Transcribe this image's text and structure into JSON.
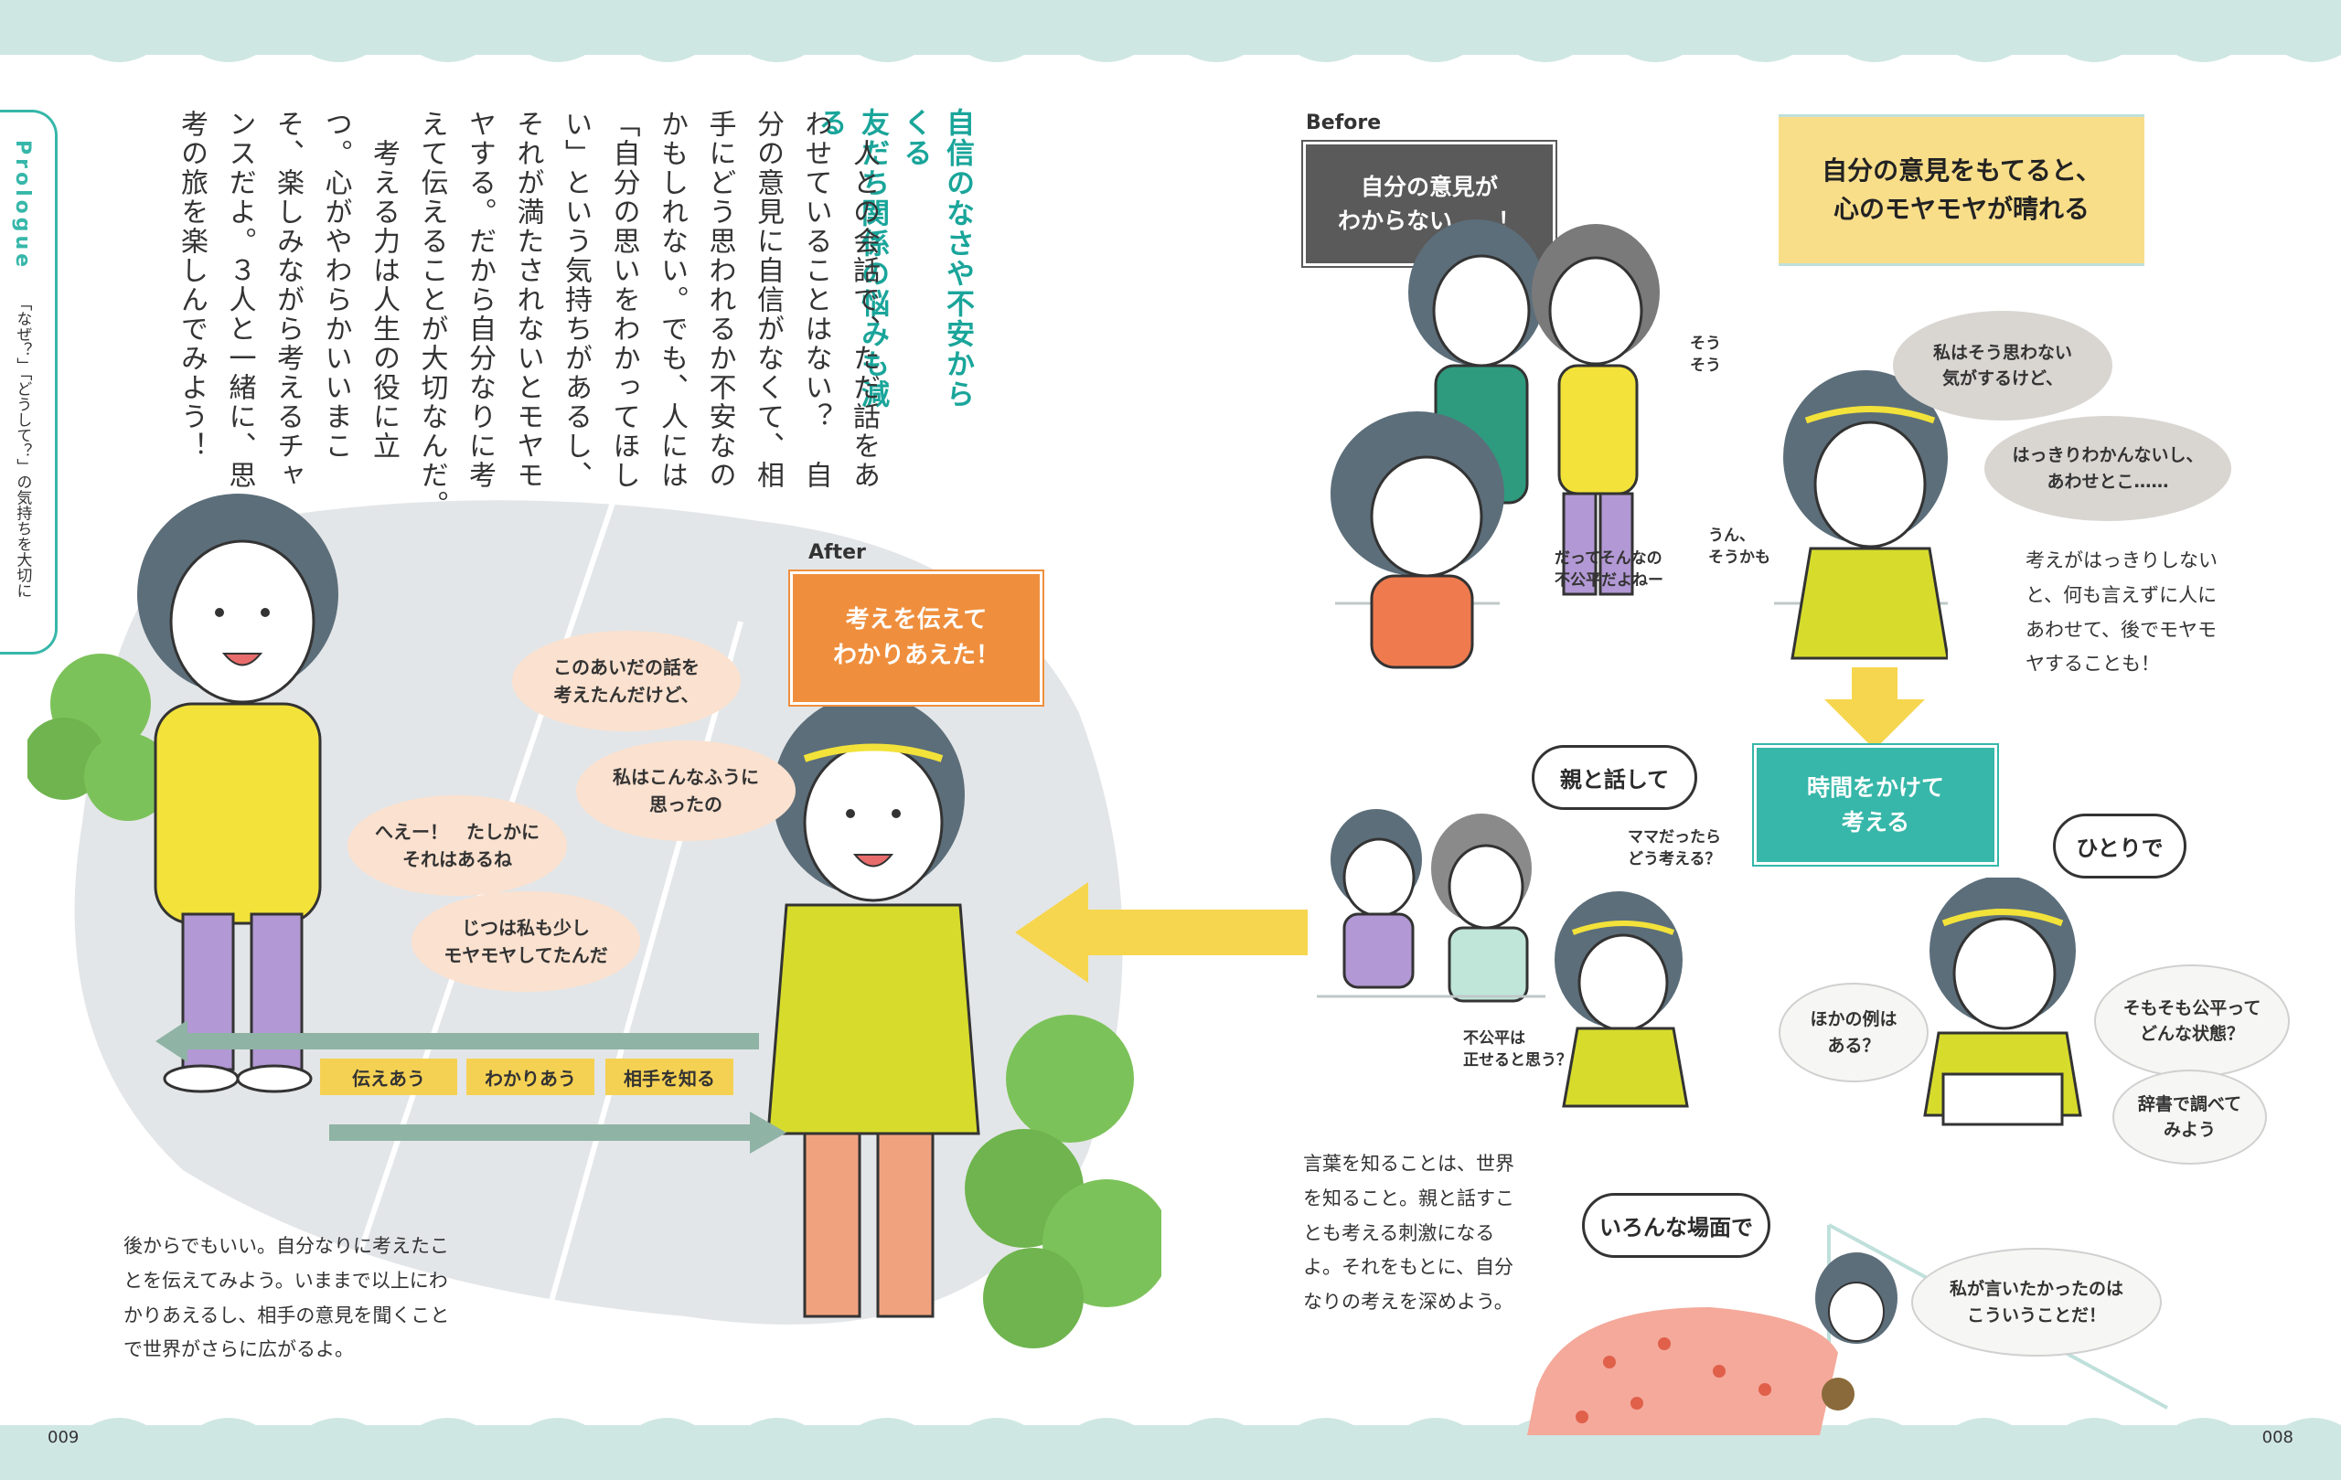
{
  "page_numbers": {
    "left": "009",
    "right": "008"
  },
  "sidebar": {
    "english": "Prologue",
    "japanese": "「なぜ？」「どうして？」の気持ちを大切に"
  },
  "heading": {
    "line1": "自信のなさや不安からくる",
    "line2": "友だち関係の悩みも減る"
  },
  "body_columns": [
    "　人との会話で、ただ話をあ",
    "わせていることはない？　自",
    "分の意見に自信がなくて、相",
    "手にどう思われるか不安なの",
    "かもしれない。でも、人には",
    "「自分の思いをわかってほし",
    "い」という気持ちがあるし、",
    "それが満たされないとモヤモ",
    "ヤする。だから自分なりに考",
    "えて伝えることが大切なんだ。",
    "　考える力は人生の役に立",
    "つ。心がやわらかいいまこ",
    "そ、楽しみながら考えるチャ",
    "ンスだよ。３人と一緒に、思",
    "考の旅を楽しんでみよう！"
  ],
  "before": {
    "label": "Before",
    "box": "自分の意見が\nわからない……！",
    "speech1": "そう\nそう",
    "speech2": "だってそんなの\n不公平だよねー",
    "speech3": "うん、\nそうかも"
  },
  "yellow_box": "自分の意見をもてると、\n心のモヤモヤが晴れる",
  "thought1": "私はそう思わない\n気がするけど、",
  "thought2": "はっきりわかんないし、\nあわせとこ……",
  "right_note": "考えがはっきりしないと、何も言えずに人にあわせて、後でモヤモヤすることも！",
  "time_box": "時間をかけて\n考える",
  "parent_speech": "親と話して",
  "mama_speech": "ママだったら\nどう考える？",
  "fair_speech": "不公平は\n正せると思う？",
  "alone_speech": "ひとりで",
  "alone_bubbles": [
    "ほかの例は\nある？",
    "そもそも公平って\nどんな状態？",
    "辞書で調べて\nみよう"
  ],
  "scenes_speech": "いろんな場面で",
  "bed_bubble": "私が言いたかったのは\nこういうことだ！",
  "middle_note": "言葉を知ることは、世界を知ること。親と話すことも考える刺激になるよ。それをもとに、自分なりの考えを深めよう。",
  "after": {
    "label": "After",
    "box": "考えを伝えて\nわかりあえた！",
    "bubbles": [
      "このあいだの話を\n考えたんだけど、",
      "私はこんなふうに\n思ったの",
      "へえー！　たしかに\nそれはあるね",
      "じつは私も少し\nモヤモヤしてたんだ"
    ],
    "tags": [
      "伝えあう",
      "わかりあう",
      "相手を知る"
    ]
  },
  "left_note": "後からでもいい。自分なりに考えたことを伝えてみよう。いままで以上にわかりあえるし、相手の意見を聞くことで世界がさらに広がるよ。",
  "colors": {
    "teal": "#36b7a9",
    "yellow": "#f5d153",
    "orange": "#ef8f3d",
    "dark": "#5a5a5a",
    "peach": "#fbe1cf",
    "gray": "#d9d6d2"
  }
}
